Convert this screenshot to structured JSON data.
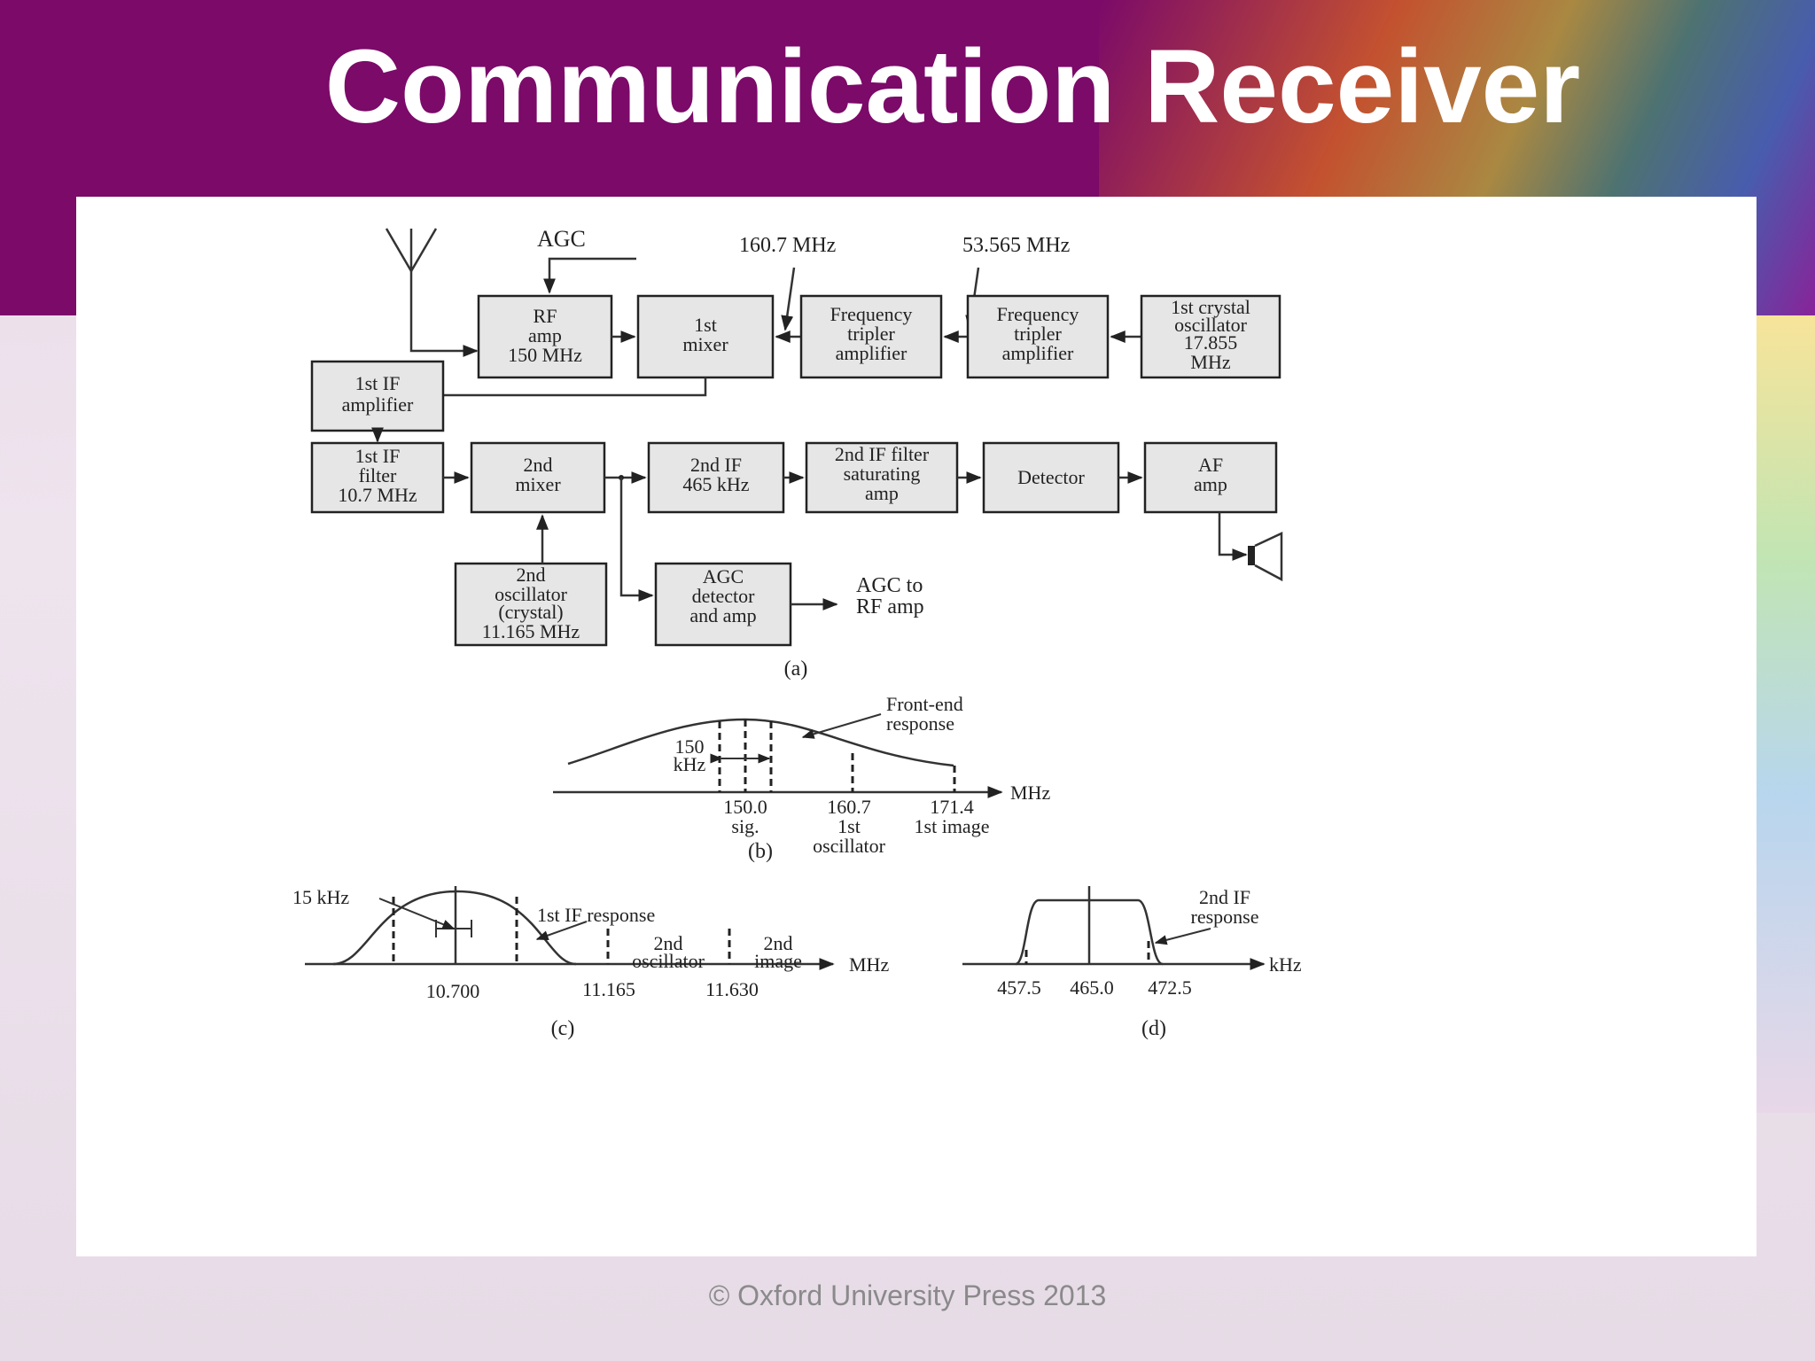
{
  "slide": {
    "title": "Communication Receiver",
    "footer": "© Oxford University Press 2013"
  },
  "diagram": {
    "blocks": {
      "rf_amp": [
        "RF",
        "amp",
        "150 MHz"
      ],
      "first_mixer": [
        "1st",
        "mixer"
      ],
      "freq_tripler_1": [
        "Frequency",
        "tripler",
        "amplifier"
      ],
      "freq_tripler_2": [
        "Frequency",
        "tripler",
        "amplifier"
      ],
      "crystal_osc_1": [
        "1st crystal",
        "oscillator",
        "17.855",
        "MHz"
      ],
      "first_if_amp": [
        "1st IF",
        "amplifier"
      ],
      "first_if_filter": [
        "1st IF",
        "filter",
        "10.7 MHz"
      ],
      "second_mixer": [
        "2nd",
        "mixer"
      ],
      "second_if": [
        "2nd IF",
        "465 kHz"
      ],
      "second_if_filter": [
        "2nd IF filter",
        "saturating",
        "amp"
      ],
      "detector": [
        "Detector"
      ],
      "af_amp": [
        "AF",
        "amp"
      ],
      "second_osc": [
        "2nd",
        "oscillator",
        "(crystal)",
        "11.165 MHz"
      ],
      "agc_detector": [
        "AGC",
        "detector",
        "and amp"
      ]
    },
    "labels": {
      "agc": "AGC",
      "freq_160": "160.7 MHz",
      "freq_53": "53.565 MHz",
      "agc_to_rf": [
        "AGC to",
        "RF amp"
      ],
      "caption_a": "(a)"
    },
    "panel_b": {
      "front_end": [
        "Front-end",
        "response"
      ],
      "bw": [
        "150",
        "kHz"
      ],
      "axis_unit": "MHz",
      "ticks": [
        {
          "value": "150.0",
          "sub": [
            "sig."
          ]
        },
        {
          "value": "160.7",
          "sub": [
            "1st",
            "oscillator"
          ]
        },
        {
          "value": "171.4",
          "sub": [
            "1st image"
          ]
        }
      ],
      "caption": "(b)"
    },
    "panel_c": {
      "bw": "15 kHz",
      "if_response": "1st IF response",
      "osc": [
        "2nd",
        "oscillator"
      ],
      "image": [
        "2nd",
        "image"
      ],
      "axis_unit": "MHz",
      "ticks": [
        "10.700",
        "11.165",
        "11.630"
      ],
      "caption": "(c)"
    },
    "panel_d": {
      "response": [
        "2nd IF",
        "response"
      ],
      "axis_unit": "kHz",
      "ticks": [
        "457.5",
        "465.0",
        "472.5"
      ],
      "caption": "(d)"
    }
  }
}
